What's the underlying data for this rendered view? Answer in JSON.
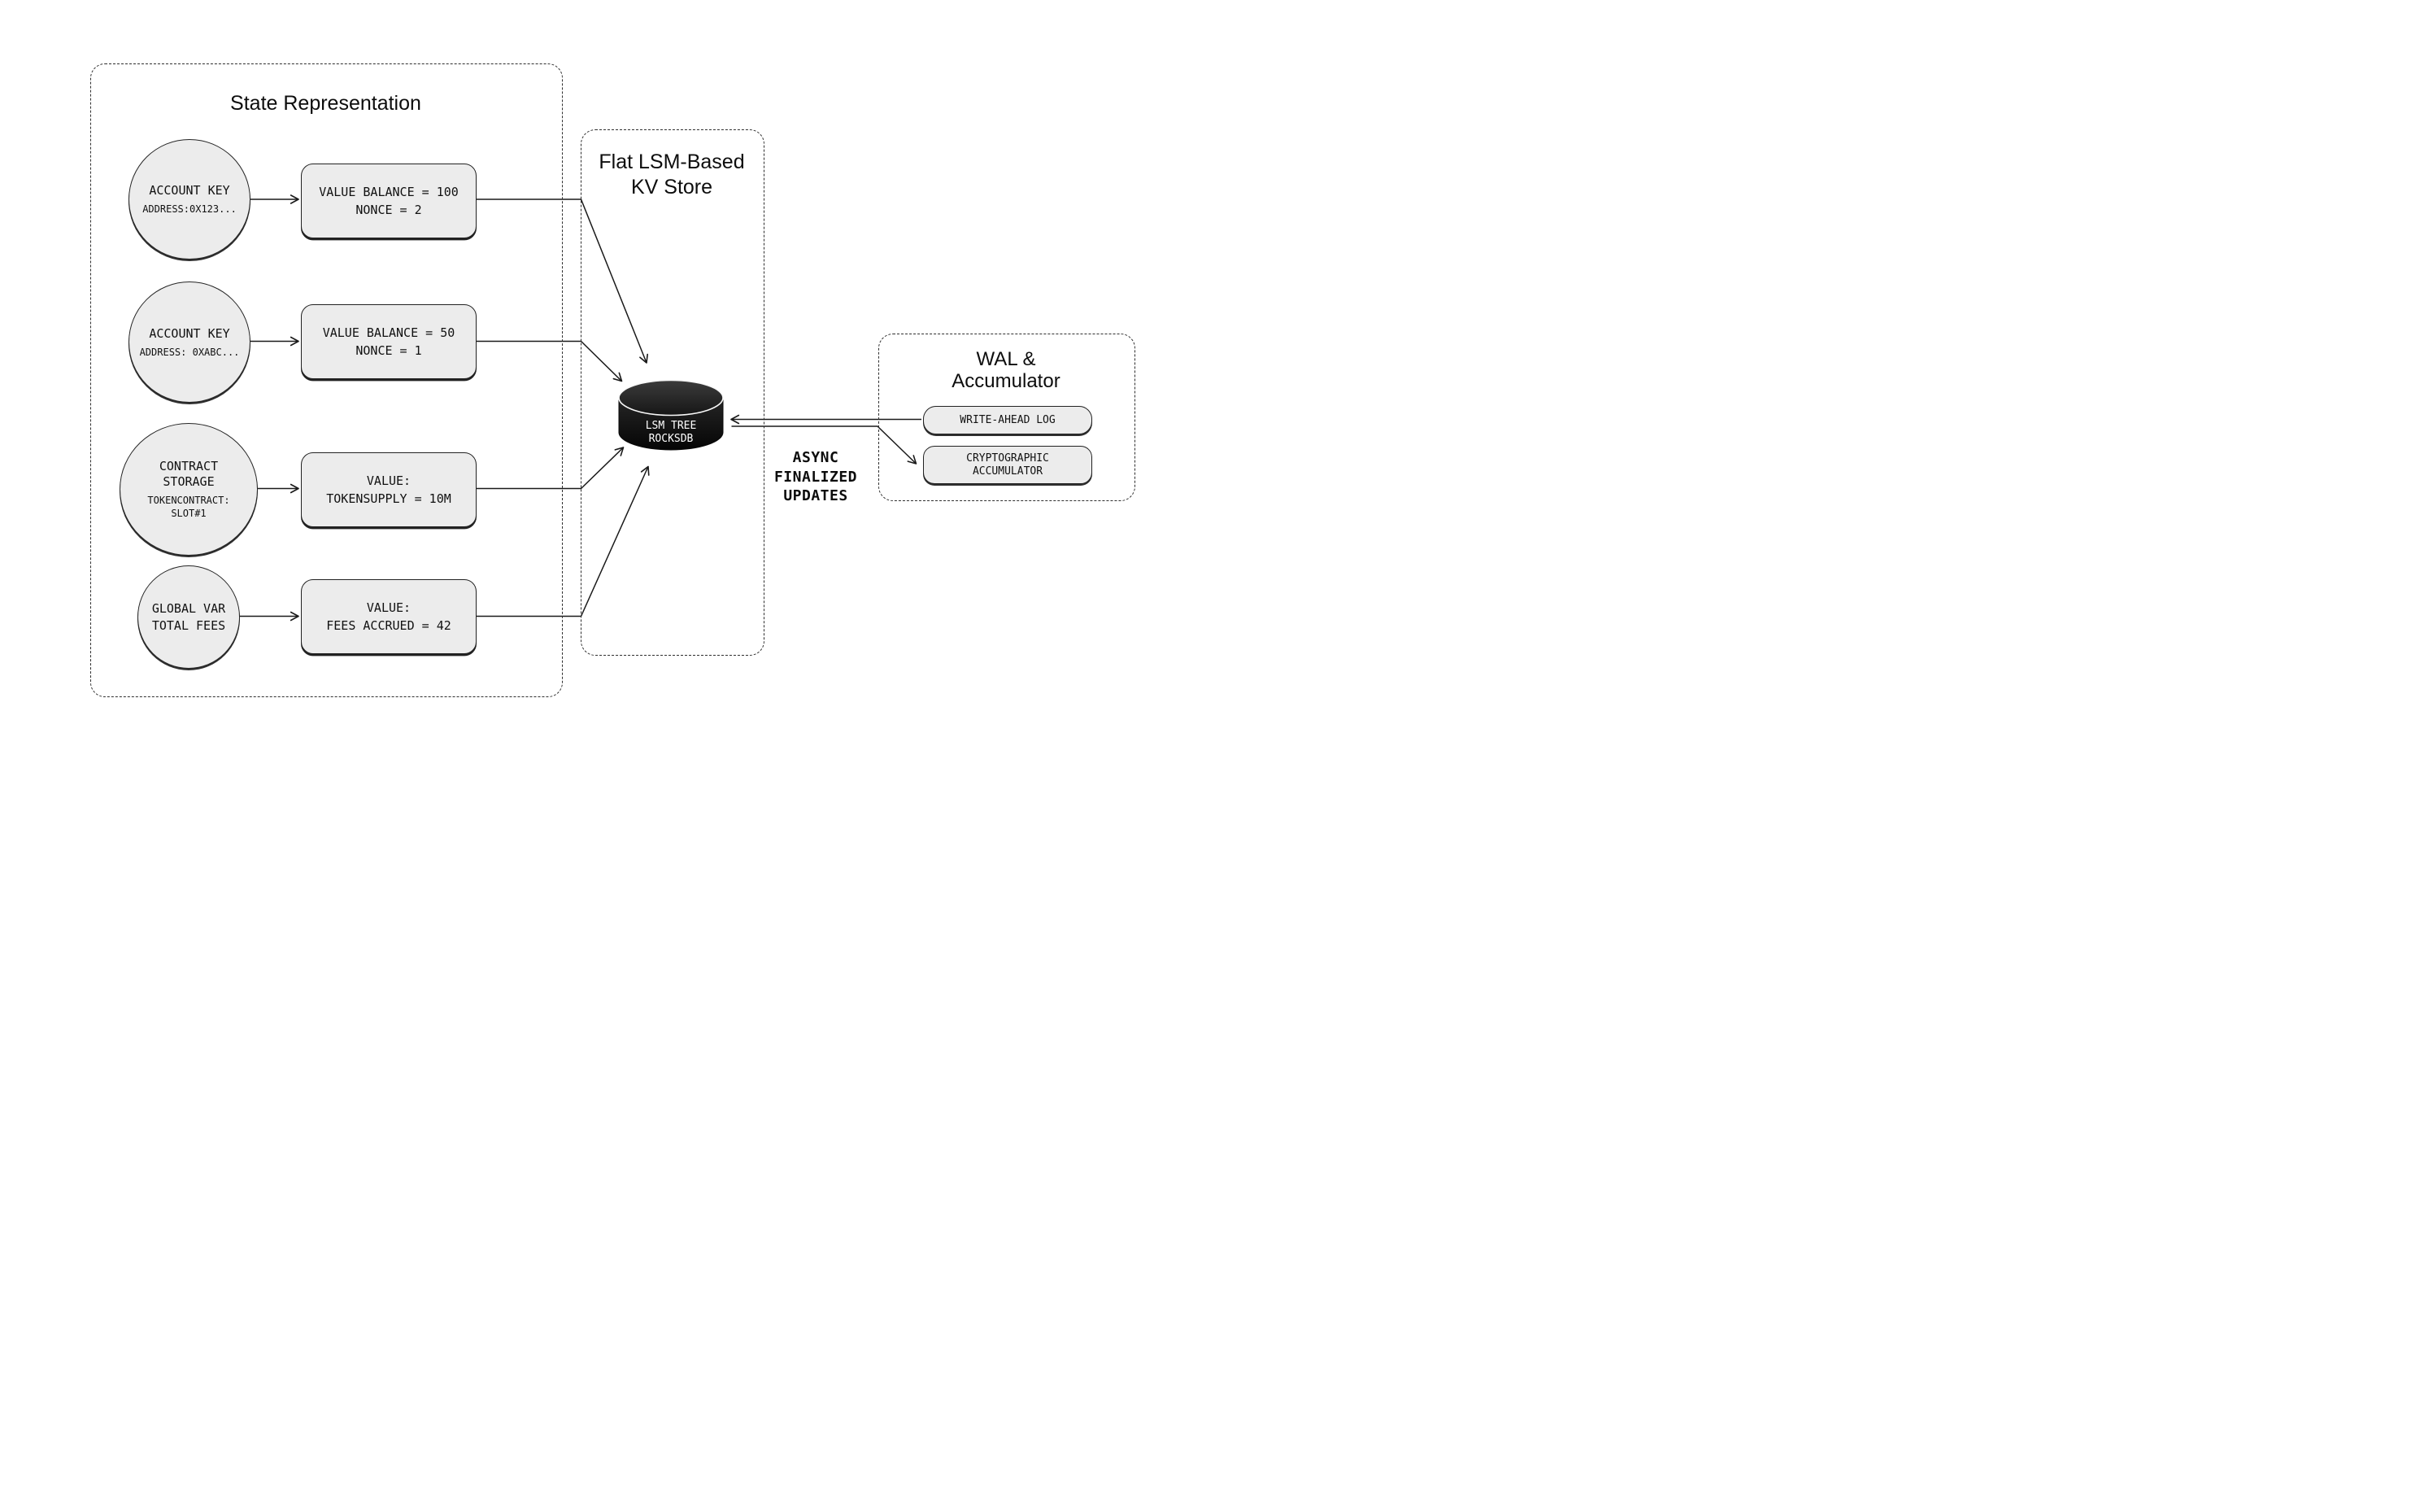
{
  "colors": {
    "background": "#ffffff",
    "node_fill": "#ececec",
    "node_border": "#222222",
    "line": "#1a1a1a",
    "cylinder_top": "#333333",
    "cylinder_body": "#141414",
    "cylinder_text": "#ffffff"
  },
  "state_panel": {
    "title": "State Representation",
    "rows": [
      {
        "circle_line1": "ACCOUNT KEY",
        "circle_sub1": "ADDRESS:0X123...",
        "box_line1": "VALUE BALANCE = 100",
        "box_line2": "NONCE = 2"
      },
      {
        "circle_line1": "ACCOUNT KEY",
        "circle_sub1": "ADDRESS: 0XABC...",
        "box_line1": "VALUE BALANCE = 50",
        "box_line2": "NONCE = 1"
      },
      {
        "circle_line1": "CONTRACT",
        "circle_line2": "STORAGE",
        "circle_sub1": "TOKENCONTRACT:",
        "circle_sub2": "SLOT#1",
        "box_line1": "VALUE:",
        "box_line2": "TOKENSUPPLY = 10M"
      },
      {
        "circle_line1": "GLOBAL VAR",
        "circle_line2": "TOTAL FEES",
        "box_line1": "VALUE:",
        "box_line2": "FEES ACCRUED = 42"
      }
    ]
  },
  "kv_panel": {
    "title_line1": "Flat LSM-Based",
    "title_line2": "KV Store",
    "cylinder_line1": "LSM TREE",
    "cylinder_line2": "ROCKSDB"
  },
  "wal_panel": {
    "title_line1": "WAL &",
    "title_line2": "Accumulator",
    "wal_box_label": "WRITE-AHEAD LOG",
    "accumulator_line1": "CRYPTOGRAPHIC",
    "accumulator_line2": "ACCUMULATOR"
  },
  "flow_label": {
    "line1": "ASYNC",
    "line2": "FINALIZED",
    "line3": "UPDATES"
  }
}
